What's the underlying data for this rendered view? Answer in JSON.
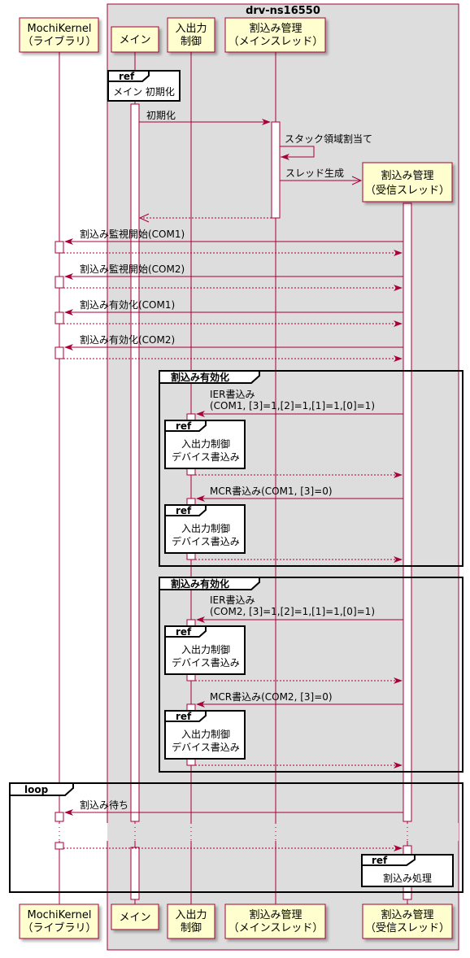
{
  "box": {
    "title": "drv-ns16550"
  },
  "participants": [
    {
      "id": "kernel",
      "line1": "MochiKernel",
      "line2": "（ライブラリ）"
    },
    {
      "id": "main",
      "line1": "メイン",
      "line2": ""
    },
    {
      "id": "io",
      "line1": "入出力",
      "line2": "制御"
    },
    {
      "id": "intmain",
      "line1": "割込み管理",
      "line2": "（メインスレッド）"
    },
    {
      "id": "intrecv",
      "line1": "割込み管理",
      "line2": "（受信スレッド）"
    }
  ],
  "ref_main_init": {
    "tag": "ref",
    "text": "メイン 初期化"
  },
  "messages": {
    "init": "初期化",
    "stack": "スタック領域割当て",
    "thread": "スレッド生成",
    "mon_com1": "割込み監視開始(COM1)",
    "mon_com2": "割込み監視開始(COM2)",
    "en_com1": "割込み有効化(COM1)",
    "en_com2": "割込み有効化(COM2)",
    "wait": "割込み待ち"
  },
  "groups": [
    {
      "label": "割込み有効化",
      "ier_line1": "IER書込み",
      "ier_line2": "(COM1, [3]=1,[2]=1,[1]=1,[0]=1)",
      "mcr": "MCR書込み(COM1, [3]=0)"
    },
    {
      "label": "割込み有効化",
      "ier_line1": "IER書込み",
      "ier_line2": "(COM2, [3]=1,[2]=1,[1]=1,[0]=1)",
      "mcr": "MCR書込み(COM2, [3]=0)"
    }
  ],
  "ref_io": {
    "tag": "ref",
    "line1": "入出力制御",
    "line2": "デバイス書込み"
  },
  "loop": {
    "label": "loop",
    "ref_tag": "ref",
    "ref_text": "割込み処理"
  }
}
